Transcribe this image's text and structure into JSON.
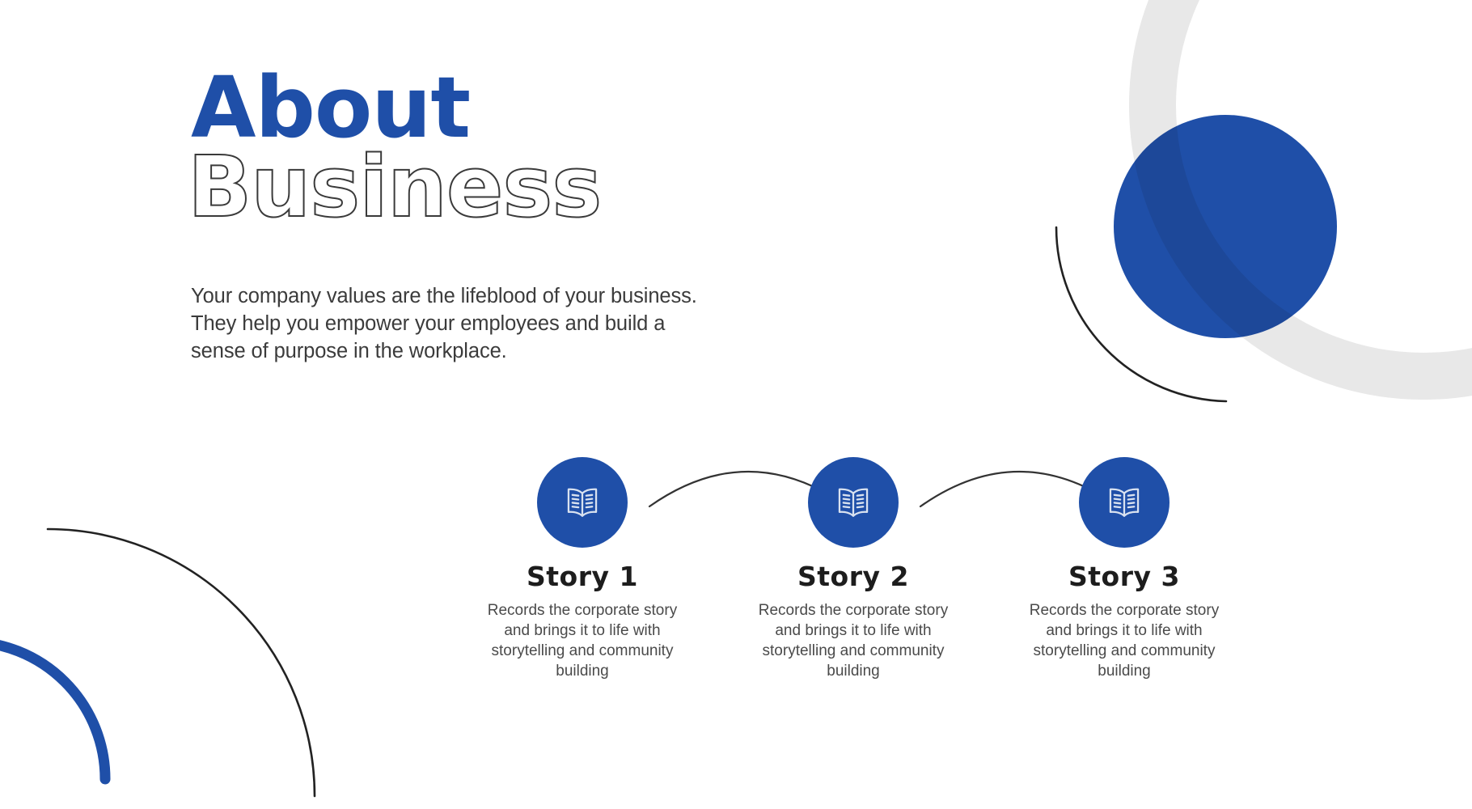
{
  "slide": {
    "background_color": "#ffffff",
    "accent_color": "#1f4fa8",
    "outline_color": "#3a3a3a",
    "ring_color": "#e8e8e8",
    "body_text_color": "#3b3b3b"
  },
  "heading": {
    "line1": "About",
    "line2": "Business"
  },
  "intro": {
    "paragraph": "Your company values are the lifeblood of your business. They help you empower your employees and build a sense of purpose in the workplace."
  },
  "stories": [
    {
      "icon": "open-book-icon",
      "title": "Story 1",
      "description": "Records the corporate story and brings it to life with storytelling and community building"
    },
    {
      "icon": "open-book-icon",
      "title": "Story 2",
      "description": "Records the corporate story and brings it to life with storytelling and community building"
    },
    {
      "icon": "open-book-icon",
      "title": "Story 3",
      "description": "Records the corporate story and brings it to life with storytelling and community building"
    }
  ],
  "decorations": [
    {
      "name": "grey-ring-top-right",
      "color": "#e8e8e8"
    },
    {
      "name": "blue-circle-top-right",
      "color": "#1f4fa8"
    },
    {
      "name": "black-arc-top-right",
      "color": "#222222"
    },
    {
      "name": "black-arc-bottom-left",
      "color": "#222222"
    },
    {
      "name": "blue-arc-bottom-left",
      "color": "#1f4fa8"
    },
    {
      "name": "connector-arc-1-2",
      "color": "#333333"
    },
    {
      "name": "connector-arc-2-3",
      "color": "#333333"
    }
  ]
}
